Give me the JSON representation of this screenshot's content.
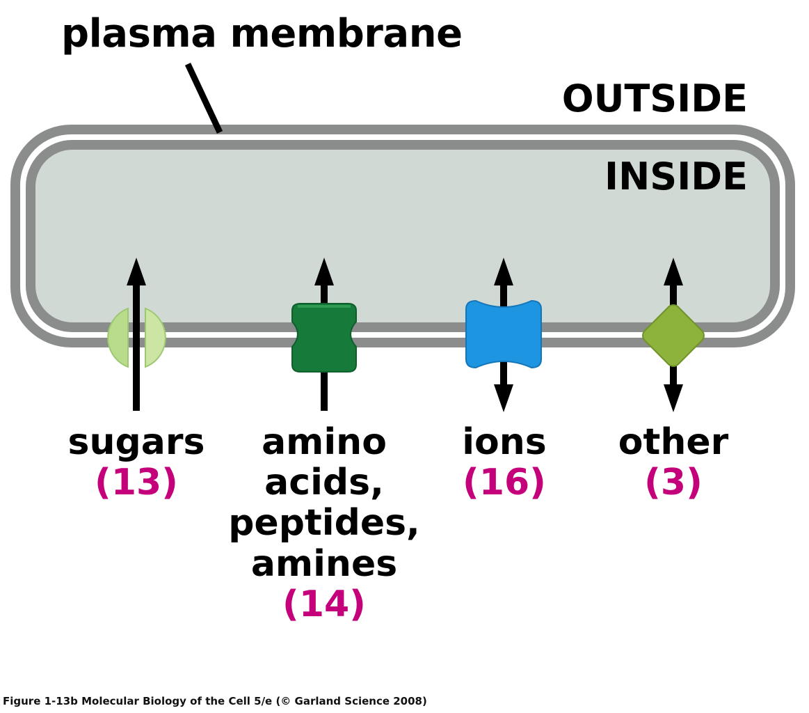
{
  "title": "plasma membrane",
  "outside_label": "OUTSIDE",
  "inside_label": "INSIDE",
  "transporters": [
    {
      "name_lines": [
        "sugars"
      ],
      "count": "(13)",
      "icon": "split-sphere-transporter-icon",
      "color": "#b9dc8c",
      "direction": "inward"
    },
    {
      "name_lines": [
        "amino",
        "acids,",
        "peptides,",
        "amines"
      ],
      "count": "(14)",
      "icon": "hourglass-transporter-icon",
      "color": "#157a3a",
      "direction": "inward"
    },
    {
      "name_lines": [
        "ions"
      ],
      "count": "(16)",
      "icon": "bowtie-transporter-icon",
      "color": "#1e95e0",
      "direction": "bidirectional"
    },
    {
      "name_lines": [
        "other"
      ],
      "count": "(3)",
      "icon": "diamond-transporter-icon",
      "color": "#8db33c",
      "direction": "bidirectional"
    }
  ],
  "colors": {
    "membrane": "#8a8d8b",
    "cytoplasm": "#d1d9d5",
    "count": "#c4007a"
  },
  "caption": "Figure 1-13b  Molecular Biology of the Cell 5/e (© Garland Science 2008)"
}
